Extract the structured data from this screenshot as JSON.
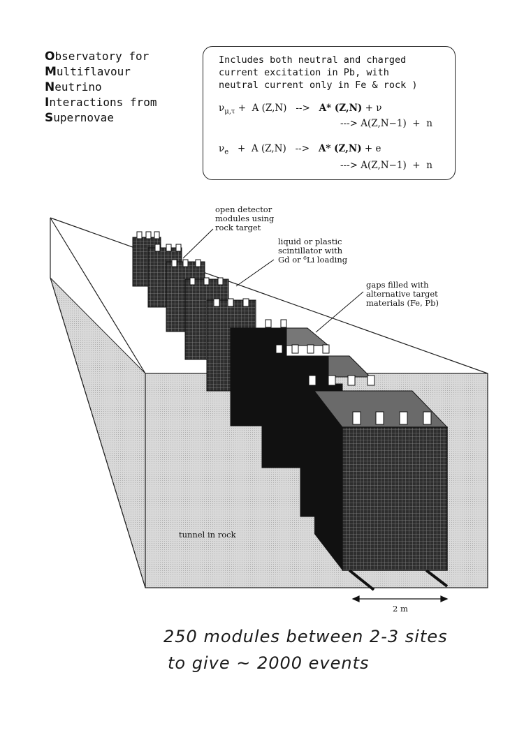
{
  "acronym": [
    {
      "initial": "O",
      "rest": "bservatory for"
    },
    {
      "initial": "M",
      "rest": "ultiflavour"
    },
    {
      "initial": "N",
      "rest": "eutrino"
    },
    {
      "initial": "I",
      "rest": "nteractions from"
    },
    {
      "initial": "S",
      "rest": "upernovae"
    }
  ],
  "reaction_box": {
    "lines": [
      "Includes both neutral and charged",
      "current excitation in Pb, with",
      "neutral current only in Fe & rock )"
    ],
    "eq1": {
      "nu": "ν",
      "nu_sub": "μ,τ",
      "rest": " +  A (Z,N)   -->   ",
      "astar": "A* (Z,N)",
      "tail": " + ν",
      "line2": "---> A(Z,N−1)  +  n"
    },
    "eq2": {
      "nu": "ν",
      "nu_sub": "e",
      "rest": "   +  A (Z,N)   -->   ",
      "astar": "A* (Z,N)",
      "tail": " + e",
      "line2": "---> A(Z,N−1)  +  n"
    }
  },
  "labels": {
    "open_detector": [
      "open detector",
      "modules using",
      "rock target"
    ],
    "scintillator": [
      "liquid or plastic",
      "scintillator with",
      "Gd or ⁶Li loading"
    ],
    "gaps": [
      "gaps filled with",
      "alternative target",
      "materials (Fe, Pb)"
    ],
    "tunnel": "tunnel in rock",
    "scale": "2 m"
  },
  "handwritten": [
    "250 modules between 2-3 sites",
    "to give ~ 2000 events"
  ]
}
